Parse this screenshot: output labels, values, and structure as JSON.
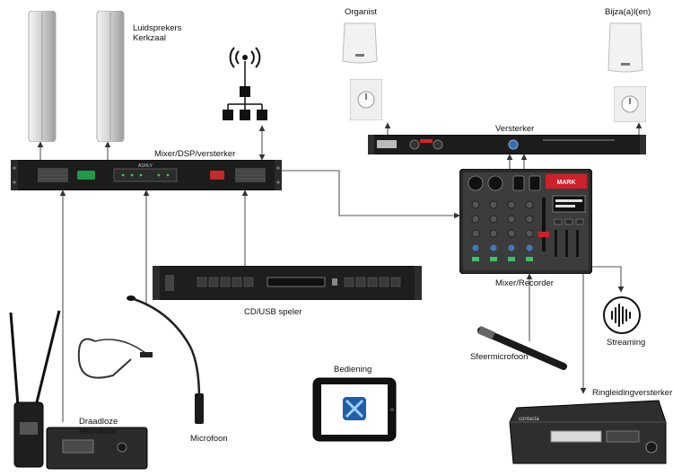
{
  "labels": {
    "column_speakers": "Luidsprekers",
    "column_speakers_line2": "Kerkzaal",
    "organist": "Organist",
    "bijzalen": "Bijza(a)l(en)",
    "mixer_dsp": "Mixer/DSP/versterker",
    "versterker": "Versterker",
    "mixer_recorder": "Mixer/Recorder",
    "cd_usb": "CD/USB speler",
    "draadloze": "Draadloze",
    "microfoon_wireless": "Microfoon",
    "microfoon": "Microfoon",
    "bediening": "Bediening",
    "sfeermicrofoon": "Sfeermicrofoon",
    "streaming": "Streaming",
    "ringleiding": "Ringleidingversterker"
  },
  "device_text": {
    "ashly_brand": "ASHLY",
    "mark_brand": "MARK",
    "contacta_brand": "contacta"
  },
  "colors": {
    "wire": "#555555",
    "device_dark": "#1c1c1c",
    "device_mid": "#3a3a3a",
    "speaker_light": "#e8e8e8",
    "mark_red": "#d0202a",
    "ipad_screen": "#1f5fa8"
  }
}
